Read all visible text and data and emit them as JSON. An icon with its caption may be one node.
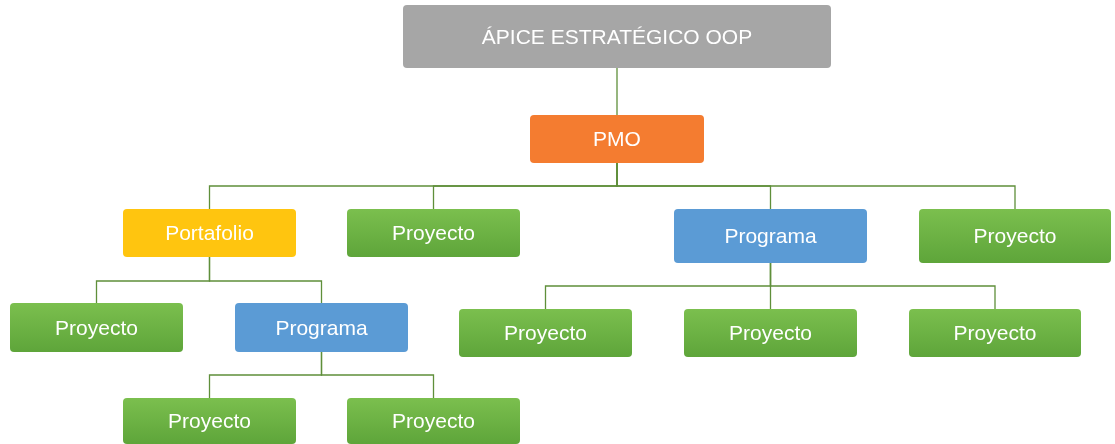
{
  "diagram": {
    "nodes": [
      {
        "text": [
          "ÁPICE ESTRATÉGICO OOP"
        ]
      },
      {
        "text": [
          "PMO"
        ]
      },
      {
        "text": [
          "Portafolio"
        ]
      },
      {
        "text": [
          "Proyecto"
        ]
      },
      {
        "text": [
          "Programa"
        ]
      },
      {
        "text": [
          "Proyecto"
        ]
      },
      {
        "text": [
          "Proyecto"
        ]
      },
      {
        "text": [
          "Programa"
        ]
      },
      {
        "text": [
          "Proyecto"
        ]
      },
      {
        "text": [
          "Proyecto"
        ]
      },
      {
        "text": [
          "Proyecto"
        ]
      },
      {
        "text": [
          "Proyecto"
        ]
      },
      {
        "text": [
          "Proyecto"
        ]
      }
    ],
    "edges": [
      {
        "from": 0,
        "to": 1,
        "arrow": "none"
      },
      {
        "from": 1,
        "to": 2,
        "arrow": "none"
      },
      {
        "from": 1,
        "to": 3,
        "arrow": "none"
      },
      {
        "from": 1,
        "to": 4,
        "arrow": "none"
      },
      {
        "from": 1,
        "to": 5,
        "arrow": "none"
      },
      {
        "from": 2,
        "to": 6,
        "arrow": "none"
      },
      {
        "from": 2,
        "to": 7,
        "arrow": "none"
      },
      {
        "from": 4,
        "to": 8,
        "arrow": "none"
      },
      {
        "from": 4,
        "to": 9,
        "arrow": "none"
      },
      {
        "from": 4,
        "to": 10,
        "arrow": "none"
      },
      {
        "from": 7,
        "to": 11,
        "arrow": "none"
      },
      {
        "from": 7,
        "to": 12,
        "arrow": "none"
      }
    ]
  }
}
